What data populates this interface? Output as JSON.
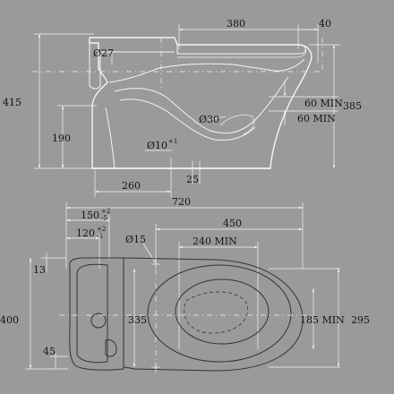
{
  "side_view": {
    "dim_380": "380",
    "dim_40": "40",
    "dim_415": "415",
    "dim_385": "385",
    "dim_190": "190",
    "dim_260": "260",
    "dim_25": "25",
    "dim_60min_a": "60 MIN",
    "dim_60min_b": "60 MIN",
    "dia_27": "Ø27",
    "dia_30": "Ø30",
    "dia_10": "Ø10",
    "dia_10_tol": "+1"
  },
  "plan_view": {
    "dim_720": "720",
    "dim_450": "450",
    "dim_240min": "240  MIN",
    "dim_150": "150",
    "dim_150_tol_up": "+2",
    "dim_150_tol_dn": "-5",
    "dim_120": "120",
    "dim_120_tol_up": "+2",
    "dim_120_tol_dn": "-5",
    "dia_15": "Ø15",
    "dim_13": "13",
    "dim_400": "400",
    "dim_335": "335",
    "dim_45": "45",
    "dim_185min": "185 MIN",
    "dim_295": "295"
  }
}
